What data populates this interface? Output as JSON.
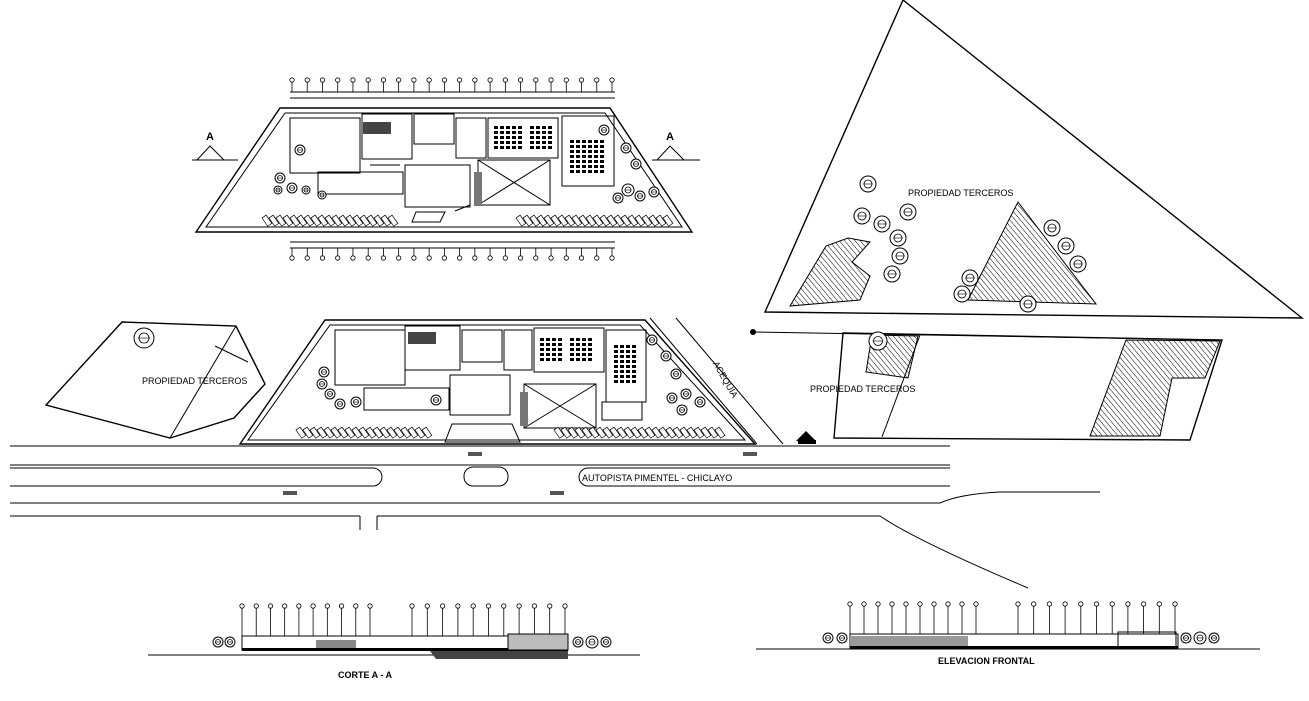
{
  "labels": {
    "section_marker_left": "A",
    "section_marker_right": "A",
    "property_upper_right": "PROPIEDAD TERCEROS",
    "property_left": "PROPIEDAD TERCEROS",
    "property_right": "PROPIEDAD TERCEROS",
    "canal": "ACEQUIA",
    "highway": "AUTOPISTA  PIMENTEL - CHICLAYO",
    "section_title": "CORTE  A - A",
    "elevation_title": "ELEVACION FRONTAL"
  },
  "colors": {
    "ink": "#000000",
    "paper": "#ffffff"
  }
}
